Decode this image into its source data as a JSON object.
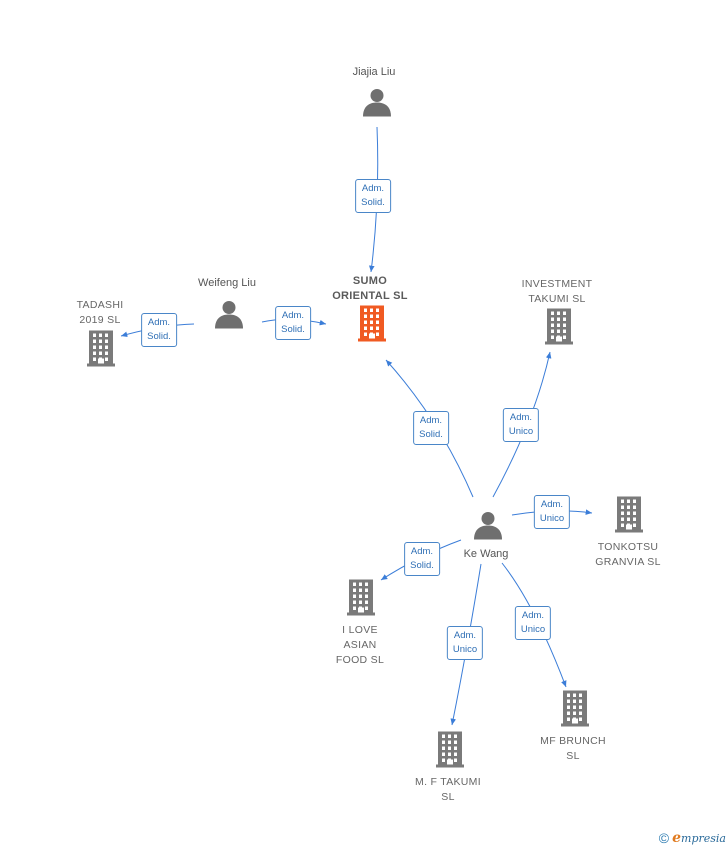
{
  "colors": {
    "edge": "#3b7dd8",
    "person": "#6f6f6f",
    "company": "#7a7a7a",
    "focus": "#f05a22"
  },
  "nodes": [
    {
      "id": "jiajia",
      "type": "person",
      "label_lines": [
        "Jiajia Liu"
      ]
    },
    {
      "id": "sumo",
      "type": "focus",
      "label_lines": [
        "SUMO",
        "ORIENTAL  SL"
      ]
    },
    {
      "id": "weifeng",
      "type": "person",
      "label_lines": [
        "Weifeng Liu"
      ]
    },
    {
      "id": "tadashi",
      "type": "company",
      "label_lines": [
        "TADASHI",
        "2019  SL"
      ]
    },
    {
      "id": "investment",
      "type": "company",
      "label_lines": [
        "INVESTMENT",
        "TAKUMI  SL"
      ]
    },
    {
      "id": "kewang",
      "type": "person",
      "label_lines": [
        "Ke Wang"
      ]
    },
    {
      "id": "tonkotsu",
      "type": "company",
      "label_lines": [
        "TONKOTSU",
        "GRANVIA  SL"
      ]
    },
    {
      "id": "ilove",
      "type": "company",
      "label_lines": [
        "I LOVE",
        "ASIAN",
        "FOOD  SL"
      ]
    },
    {
      "id": "mftakumi",
      "type": "company",
      "label_lines": [
        "M. F TAKUMI",
        "SL"
      ]
    },
    {
      "id": "mfbrunch",
      "type": "company",
      "label_lines": [
        "MF BRUNCH",
        "SL"
      ]
    }
  ],
  "edges": [
    {
      "from": "jiajia",
      "to": "sumo",
      "label_lines": [
        "Adm.",
        "Solid."
      ]
    },
    {
      "from": "weifeng",
      "to": "sumo",
      "label_lines": [
        "Adm.",
        "Solid."
      ]
    },
    {
      "from": "weifeng",
      "to": "tadashi",
      "label_lines": [
        "Adm.",
        "Solid."
      ]
    },
    {
      "from": "kewang",
      "to": "sumo",
      "label_lines": [
        "Adm.",
        "Solid."
      ]
    },
    {
      "from": "kewang",
      "to": "investment",
      "label_lines": [
        "Adm.",
        "Unico"
      ]
    },
    {
      "from": "kewang",
      "to": "tonkotsu",
      "label_lines": [
        "Adm.",
        "Unico"
      ]
    },
    {
      "from": "kewang",
      "to": "ilove",
      "label_lines": [
        "Adm.",
        "Solid."
      ]
    },
    {
      "from": "kewang",
      "to": "mftakumi",
      "label_lines": [
        "Adm.",
        "Unico"
      ]
    },
    {
      "from": "kewang",
      "to": "mfbrunch",
      "label_lines": [
        "Adm.",
        "Unico"
      ]
    }
  ],
  "footer": {
    "copyright": "©",
    "brand_initial": "e",
    "brand_rest": "mpresia"
  }
}
